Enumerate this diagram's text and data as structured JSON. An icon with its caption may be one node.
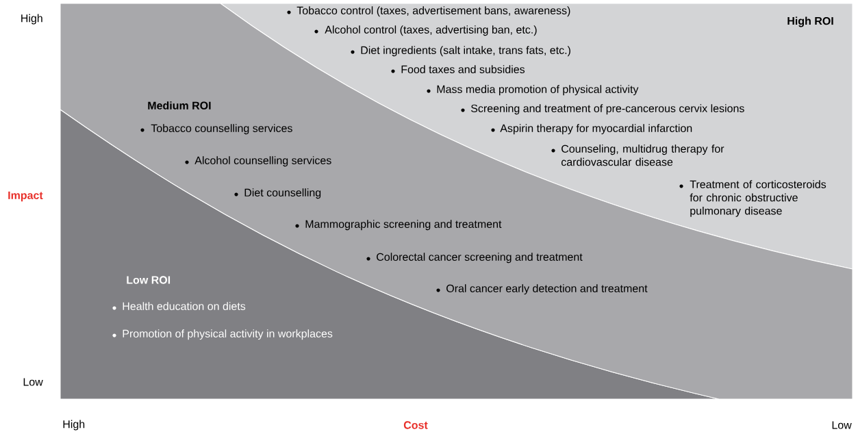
{
  "diagram": {
    "nodes": [
      {
        "text": [
          "High ROI",
          "Tobacco control (taxes, advertisement bans, awareness)",
          "Alcohol control (taxes, advertising ban, etc.)",
          "Diet ingredients (salt intake, trans fats, etc.)",
          "Food taxes and subsidies",
          "Mass media promotion of physical activity",
          "Screening and treatment of pre-cancerous cervix lesions",
          "Aspirin therapy for myocardial infarction",
          "Counseling, multidrug therapy for cardiovascular disease",
          "Treatment of corticosteroids for chronic obstructive pulmonary disease"
        ]
      },
      {
        "text": [
          "Medium ROI",
          "Tobacco counselling services",
          "Alcohol counselling services",
          "Diet counselling",
          "Mammographic screening and treatment",
          "Colorectal cancer screening and treatment",
          "Oral cancer early detection and treatment"
        ]
      },
      {
        "text": [
          "Low ROI",
          "Health education on diets",
          "Promotion of physical activity in workplaces"
        ]
      }
    ],
    "labels": [
      "High",
      "Impact",
      "Low",
      "High",
      "Cost",
      "Low"
    ]
  }
}
